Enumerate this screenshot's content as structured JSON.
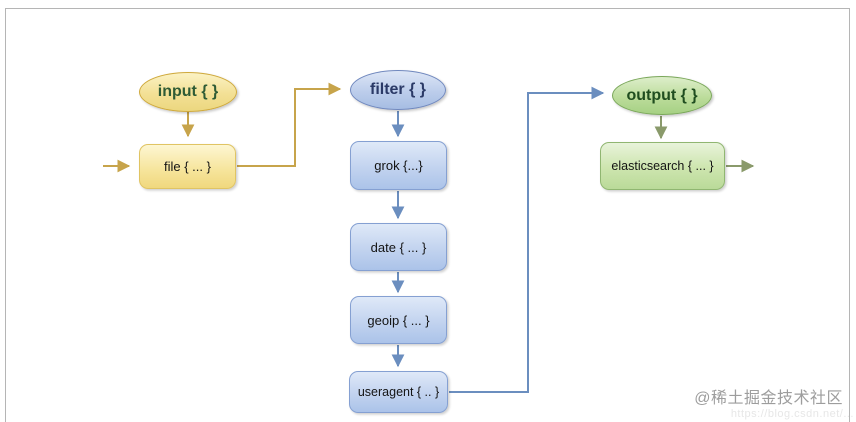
{
  "diagram": {
    "title_hint": "logstash-pipeline-diagram",
    "stages": [
      {
        "id": "input",
        "label": "input { }",
        "plugins": [
          {
            "label": "file { ... }"
          }
        ]
      },
      {
        "id": "filter",
        "label": "filter { }",
        "plugins": [
          {
            "label": "grok {...}"
          },
          {
            "label": "date { ... }"
          },
          {
            "label": "geoip { ... }"
          },
          {
            "label": "useragent { .. }"
          }
        ]
      },
      {
        "id": "output",
        "label": "output { }",
        "plugins": [
          {
            "label": "elasticsearch { ... }"
          }
        ]
      }
    ],
    "edges": [
      {
        "from": "external-source",
        "to": "file"
      },
      {
        "from": "input",
        "to": "file"
      },
      {
        "from": "file",
        "to": "filter"
      },
      {
        "from": "filter",
        "to": "grok"
      },
      {
        "from": "grok",
        "to": "date"
      },
      {
        "from": "date",
        "to": "geoip"
      },
      {
        "from": "geoip",
        "to": "useragent"
      },
      {
        "from": "useragent",
        "to": "output"
      },
      {
        "from": "output",
        "to": "elasticsearch"
      },
      {
        "from": "elasticsearch",
        "to": "external-destination"
      }
    ],
    "colors": {
      "input_accent": "#c7a44b",
      "filter_accent": "#6b8ebf",
      "output_accent": "#8a9a6b",
      "frame_border": "#b5b5b5"
    }
  },
  "watermark": {
    "community": "@稀土掘金技术社区",
    "url": "https://blog.csdn.net/..."
  }
}
